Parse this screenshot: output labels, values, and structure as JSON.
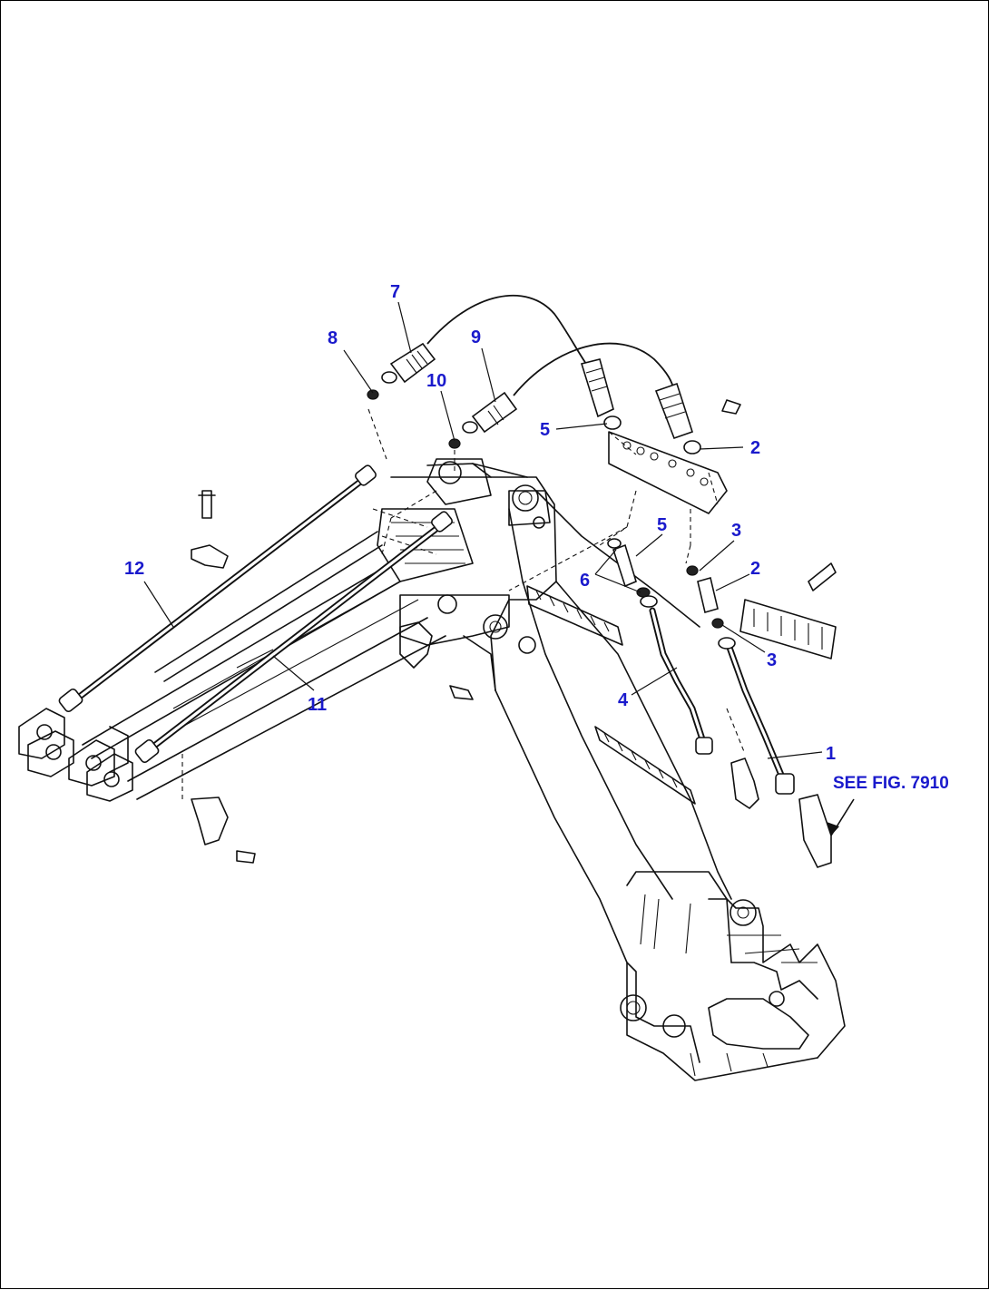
{
  "callouts": [
    {
      "id": "1",
      "label": "1"
    },
    {
      "id": "2a",
      "label": "2"
    },
    {
      "id": "2b",
      "label": "2"
    },
    {
      "id": "3a",
      "label": "3"
    },
    {
      "id": "3b",
      "label": "3"
    },
    {
      "id": "4",
      "label": "4"
    },
    {
      "id": "5a",
      "label": "5"
    },
    {
      "id": "5b",
      "label": "5"
    },
    {
      "id": "6",
      "label": "6"
    },
    {
      "id": "7",
      "label": "7"
    },
    {
      "id": "8",
      "label": "8"
    },
    {
      "id": "9",
      "label": "9"
    },
    {
      "id": "10",
      "label": "10"
    },
    {
      "id": "11",
      "label": "11"
    },
    {
      "id": "12",
      "label": "12"
    }
  ],
  "reference_note": "SEE FIG. 7910",
  "colors": {
    "callout": "#1a1acc",
    "line": "#111111",
    "background": "#ffffff"
  }
}
